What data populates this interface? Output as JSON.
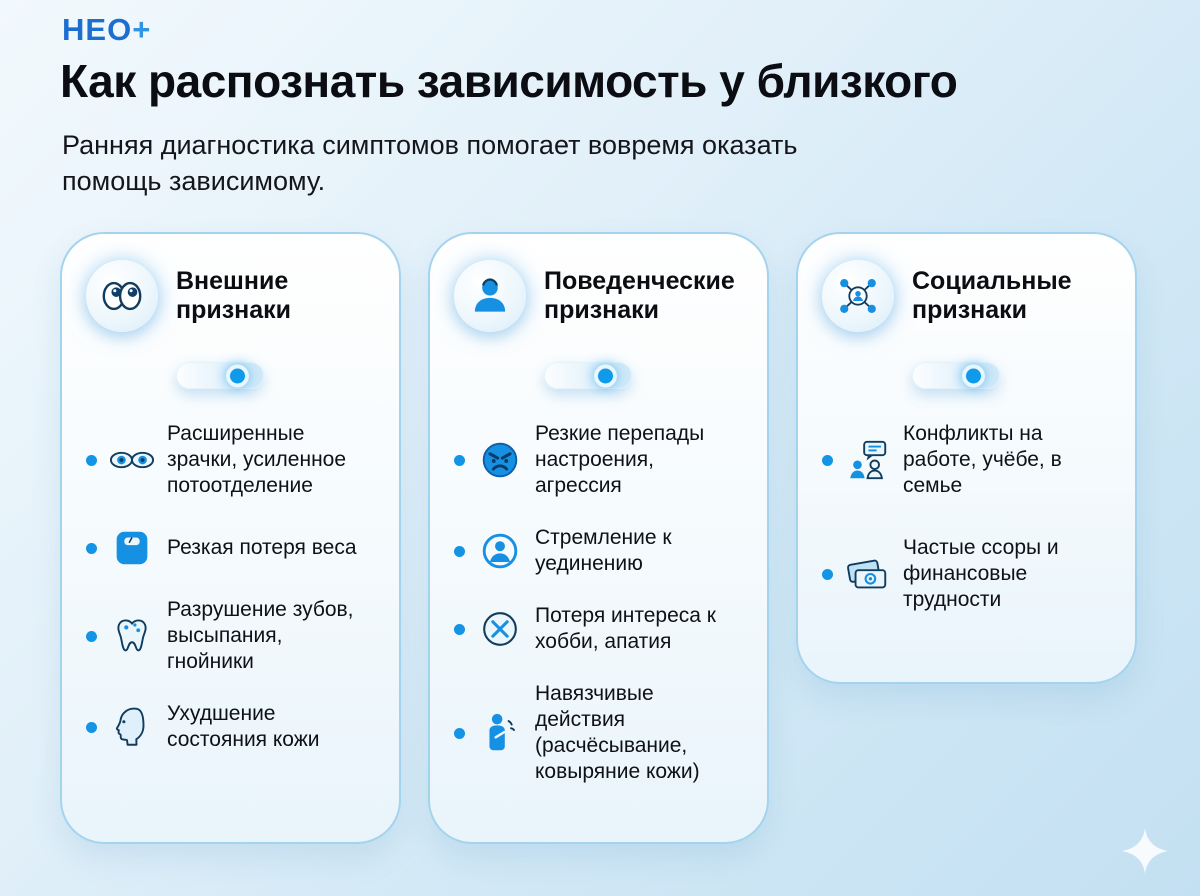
{
  "header": {
    "logo_text": "НЕО",
    "logo_plus": "+",
    "title": "Как распознать зависимость у близкого",
    "subtitle": "Ранняя диагностика симптомов помогает вовремя оказать помощь зависимому."
  },
  "colors": {
    "accent_blue": "#1690e2",
    "dark_ink": "#0b0d12",
    "card_border": "#a4d3ee",
    "background_top": "#f2f9fd",
    "background_bottom": "#c3e0f2"
  },
  "cards": [
    {
      "title": "Внешние признаки",
      "header_icon": "googly-eyes-icon",
      "toggle_on": true,
      "items": [
        {
          "icon": "dilated-pupils-icon",
          "text": "Расширенные зрачки, усиленное потоотделение"
        },
        {
          "icon": "weight-scale-icon",
          "text": "Резкая потеря веса"
        },
        {
          "icon": "tooth-decay-icon",
          "text": "Разрушение зубов, высыпания, гнойники"
        },
        {
          "icon": "skin-face-icon",
          "text": "Ухудшение состояния кожи"
        }
      ]
    },
    {
      "title": "Поведенческие признаки",
      "header_icon": "person-icon",
      "toggle_on": true,
      "items": [
        {
          "icon": "angry-face-icon",
          "text": "Резкие перепады настроения, агрессия"
        },
        {
          "icon": "solitude-icon",
          "text": "Стремление к уединению"
        },
        {
          "icon": "no-interest-icon",
          "text": "Потеря интереса к хобби, апатия"
        },
        {
          "icon": "scratching-icon",
          "text": "Навязчивые действия (расчёсывание, ковыряние кожи)"
        }
      ]
    },
    {
      "title": "Социальные признаки",
      "header_icon": "social-network-icon",
      "toggle_on": true,
      "items": [
        {
          "icon": "work-conflict-icon",
          "text": "Конфликты на работе, учёбе, в семье"
        },
        {
          "icon": "money-icon",
          "text": "Частые ссоры и финансовые трудности"
        }
      ]
    }
  ]
}
